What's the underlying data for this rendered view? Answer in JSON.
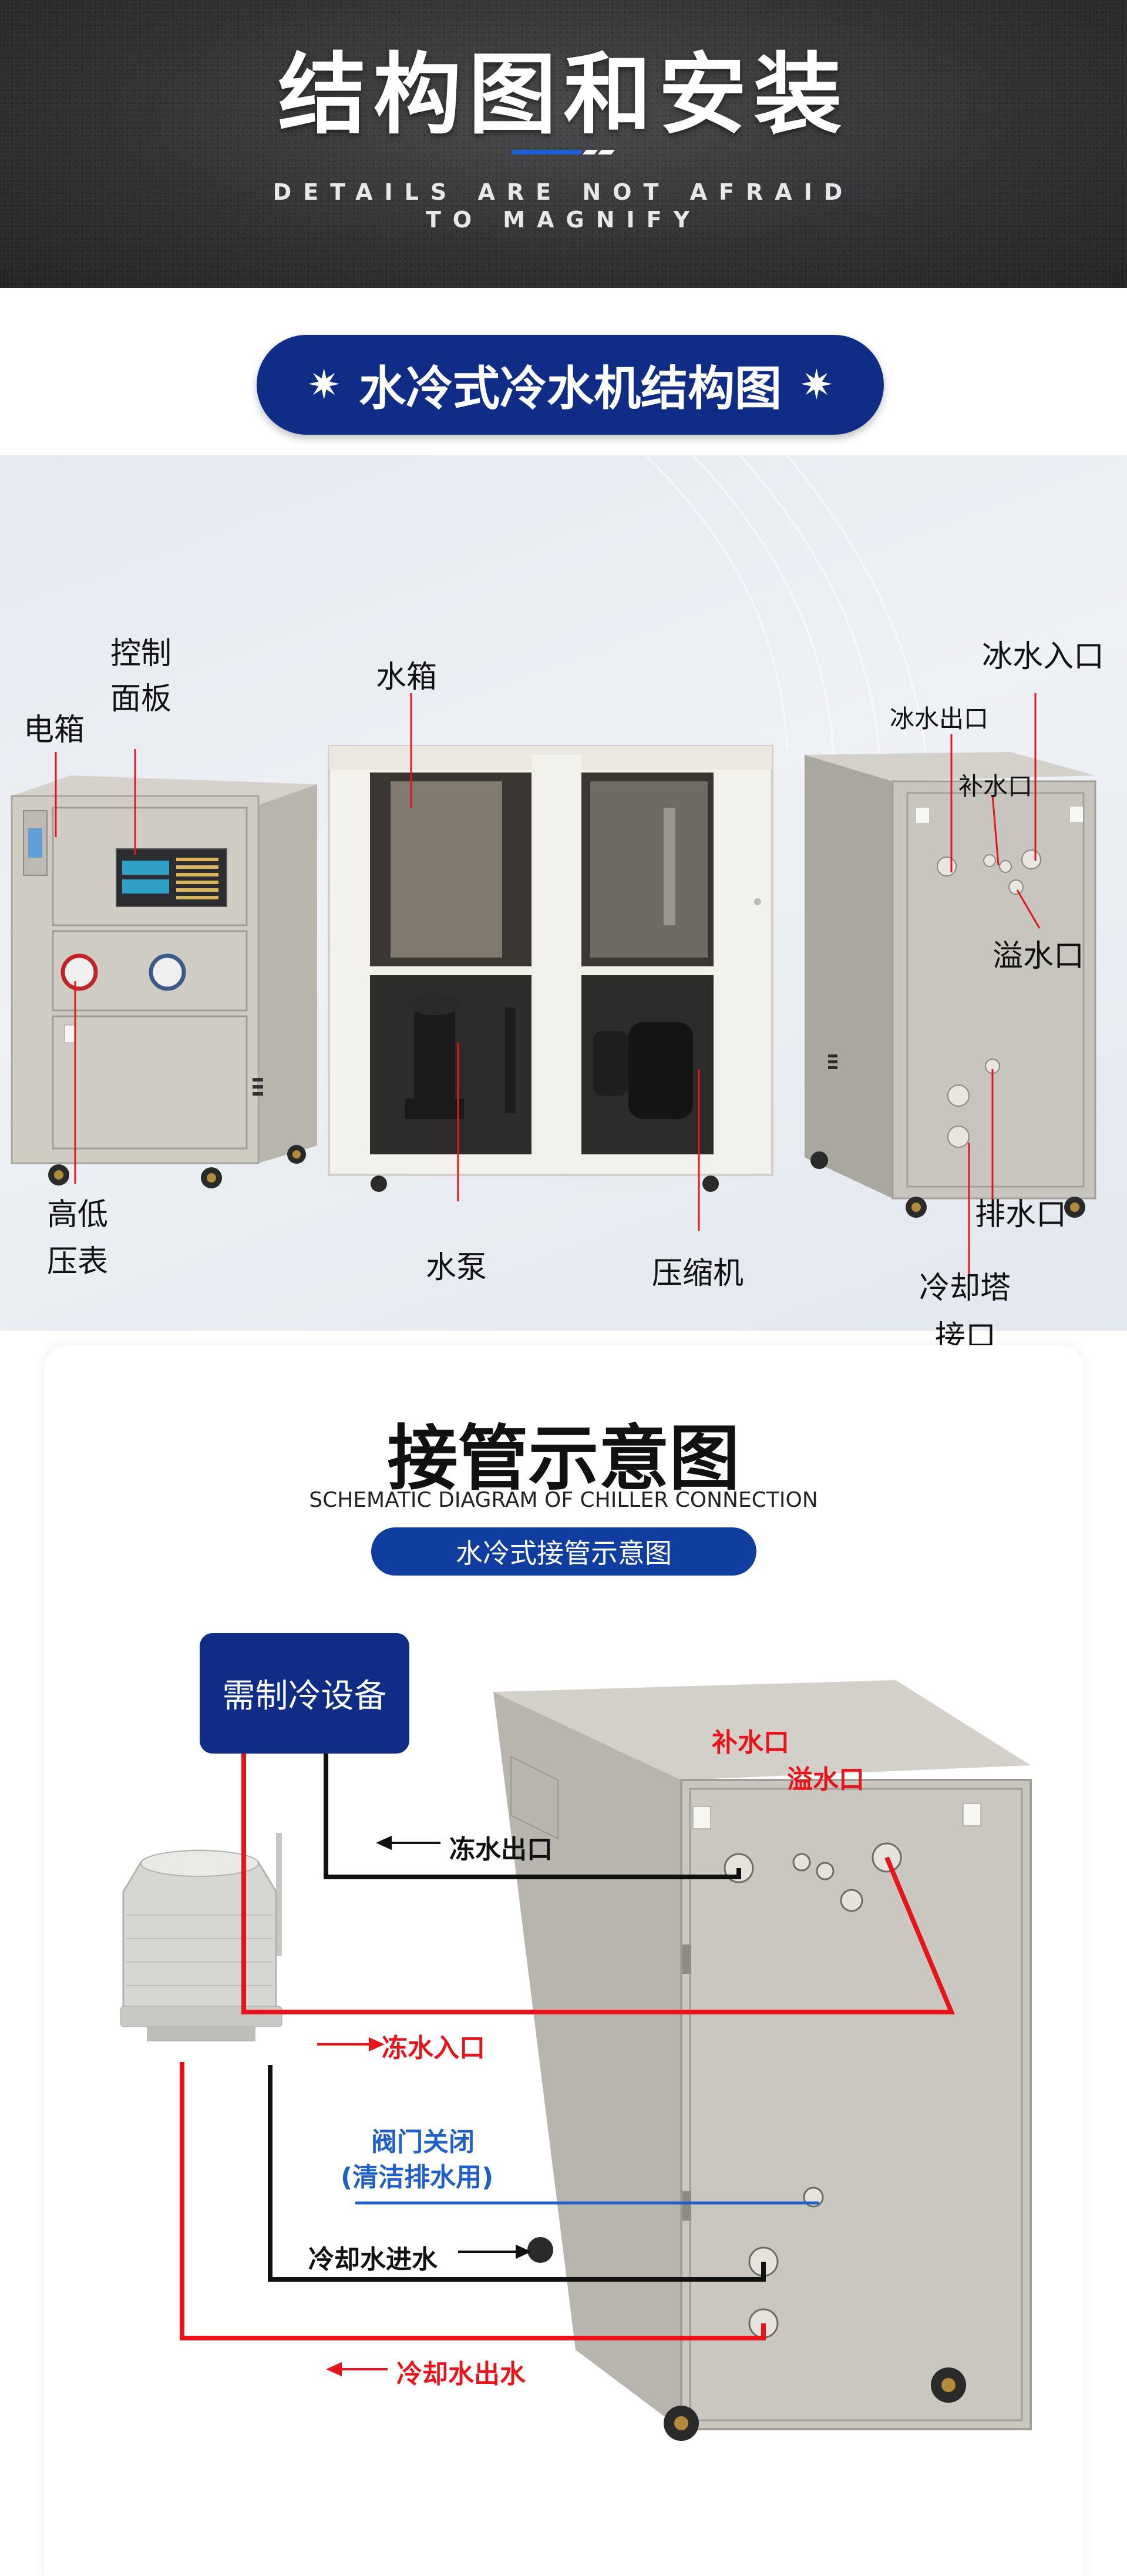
{
  "header": {
    "title": "结构图和安装",
    "tagline_line1": "DETAILS ARE NOT AFRAID",
    "tagline_line2": "TO MAGNIFY"
  },
  "section1": {
    "pill_title": "水冷式冷水机结构图",
    "pill_star": "✷",
    "labels": {
      "electric_box": "电箱",
      "control_panel_line1": "控制",
      "control_panel_line2": "面板",
      "high_low_gauge_line1": "高低",
      "high_low_gauge_line2": "压表",
      "water_tank": "水箱",
      "water_pump": "水泵",
      "compressor": "压缩机",
      "ice_water_inlet": "冰水入口",
      "ice_water_outlet": "冰水出口",
      "makeup_port": "补水口",
      "overflow_port": "溢水口",
      "drain_port": "排水口",
      "cooling_tower_line1": "冷却塔",
      "cooling_tower_line2": "接口"
    }
  },
  "section2": {
    "title": "接管示意图",
    "subtitle": "SCHEMATIC DIAGRAM OF CHILLER CONNECTION",
    "pill": "水冷式接管示意图",
    "equipment_box": "需制冷设备",
    "labels": {
      "chilled_water_outlet": "冻水出口",
      "chilled_water_inlet": "冻水入口",
      "makeup_port": "补水口",
      "overflow_port": "溢水口",
      "valve_closed_line1": "阀门关闭",
      "valve_closed_line2": "(清洁排水用)",
      "cooling_water_in": "冷却水进水",
      "cooling_water_out": "冷却水出水"
    }
  },
  "colors": {
    "navy": "#0f2c86",
    "blue": "#0f3da0",
    "red": "#e8141b",
    "black": "#111111",
    "valve_blue": "#1f5fc9"
  }
}
